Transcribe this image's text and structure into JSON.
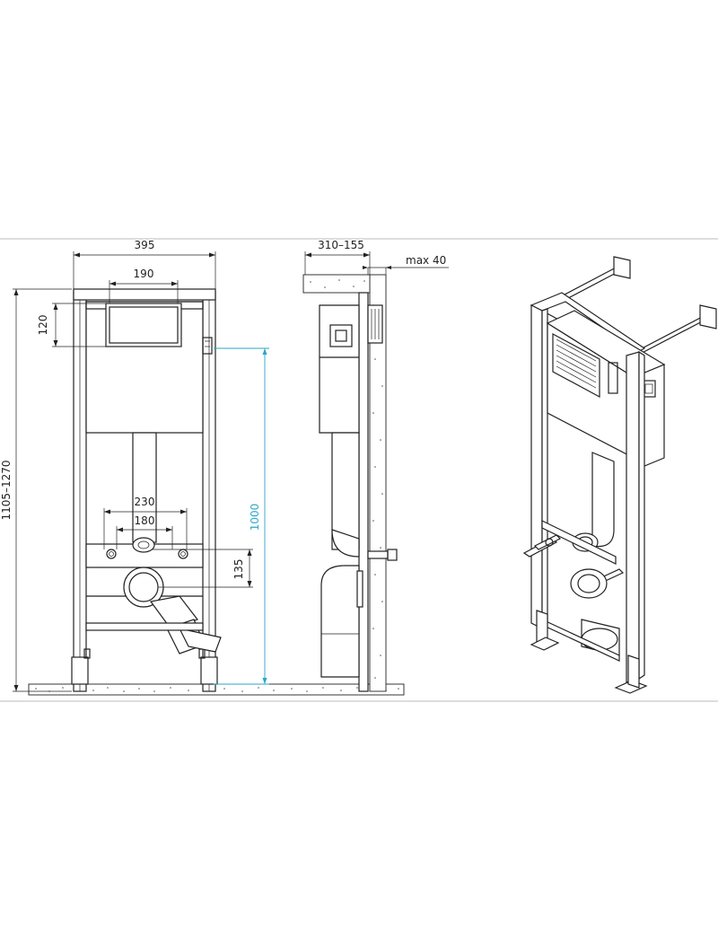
{
  "dimensions": {
    "frame_width": "395",
    "button_width": "190",
    "button_height": "120",
    "total_height": "1105–1270",
    "connection_outer": "230",
    "connection_inner": "180",
    "drain_height": "135",
    "reference_height": "1000",
    "depth": "310–155",
    "wall_max": "max 40"
  },
  "colors": {
    "line": "#222222",
    "reference_line": "#2aa6c8",
    "background": "#ffffff"
  }
}
